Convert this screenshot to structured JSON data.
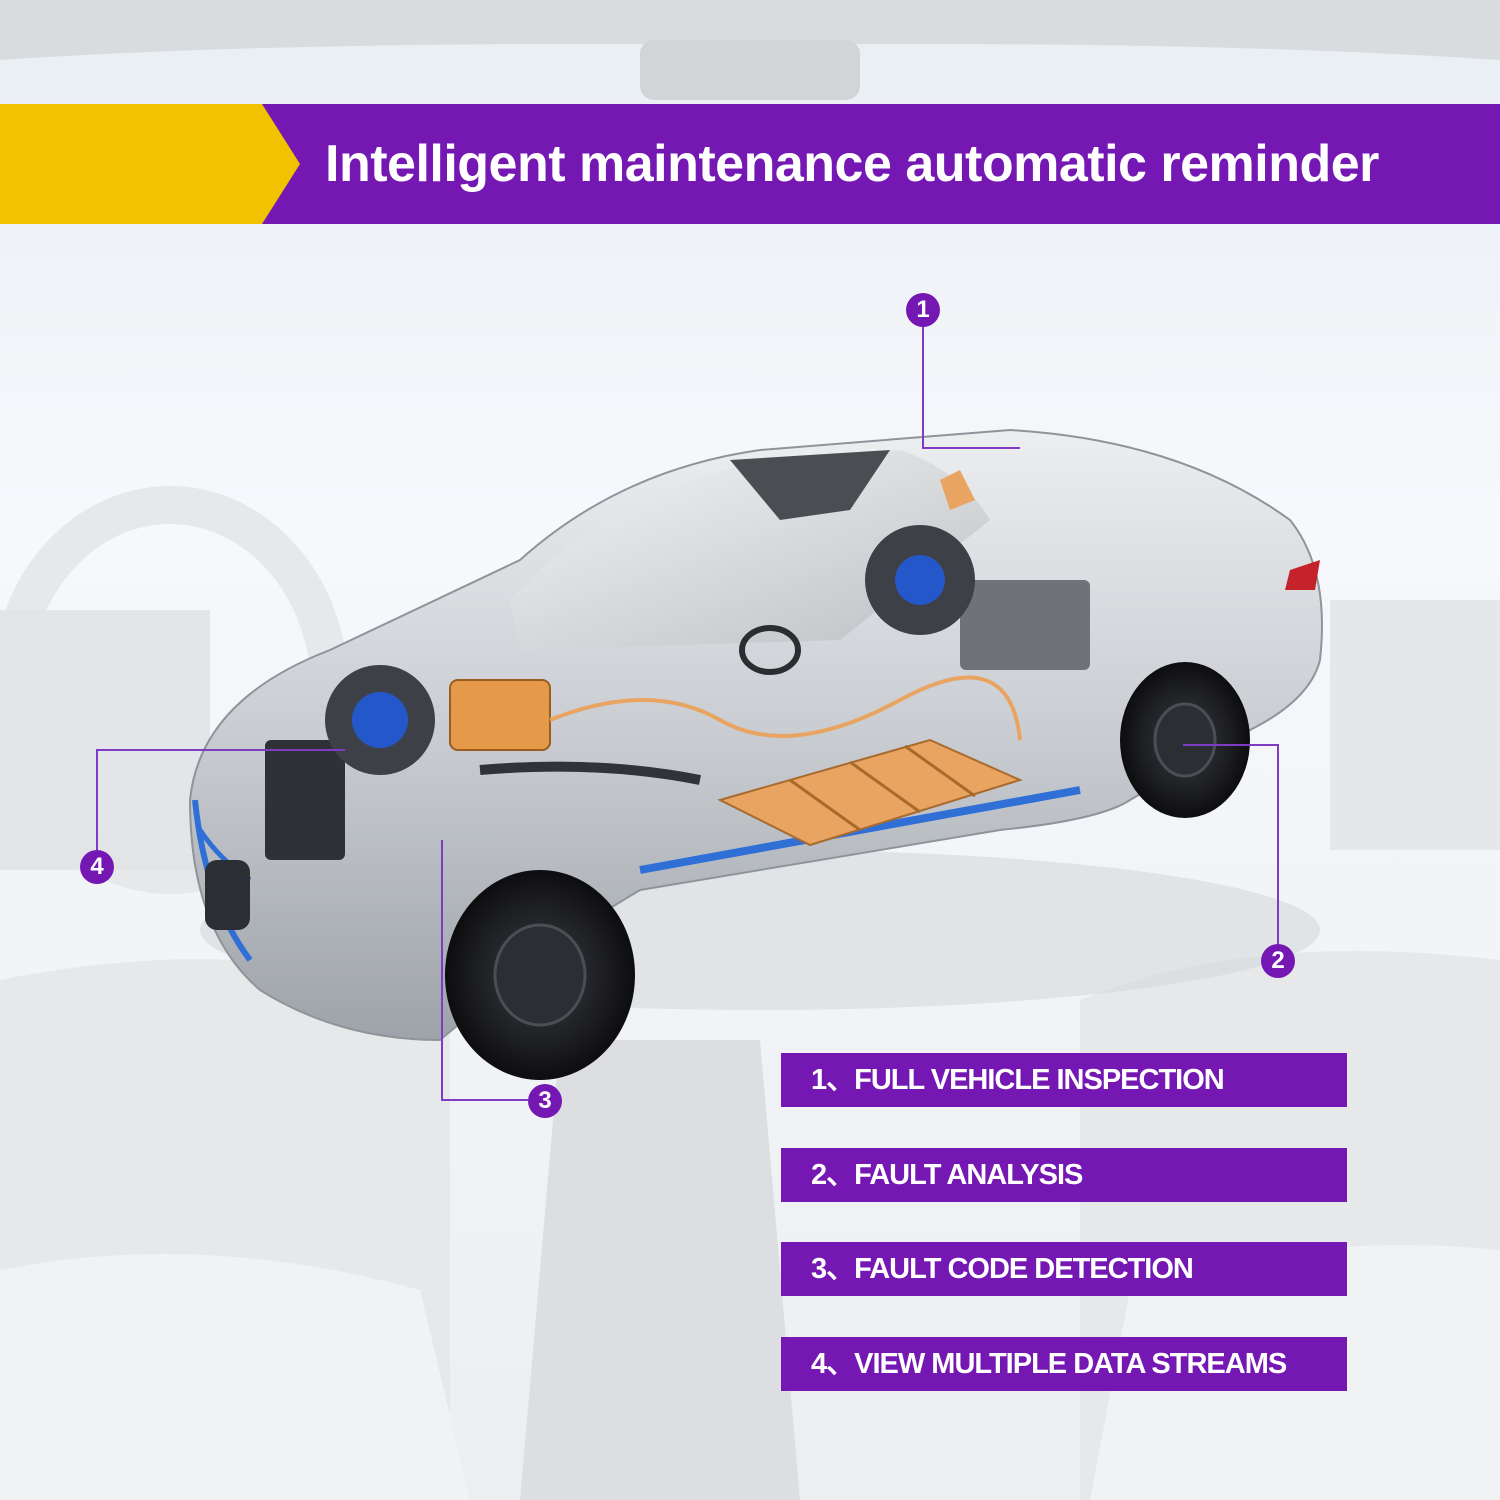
{
  "banner": {
    "title": "Intelligent maintenance automatic reminder",
    "accent_color": "#f2c200",
    "brand_color": "#7417b3"
  },
  "callouts": [
    {
      "number": "1"
    },
    {
      "number": "2"
    },
    {
      "number": "3"
    },
    {
      "number": "4"
    }
  ],
  "features": [
    {
      "label": "1、FULL VEHICLE INSPECTION"
    },
    {
      "label": "2、FAULT ANALYSIS"
    },
    {
      "label": "3、FAULT CODE DETECTION"
    },
    {
      "label": "4、VIEW MULTIPLE DATA STREAMS"
    }
  ],
  "illustration": {
    "subject": "cutaway-electric-car-icon",
    "battery_color": "#e8a460",
    "body_color": "#c9cdd2",
    "trim_color": "#2f6fd6"
  }
}
